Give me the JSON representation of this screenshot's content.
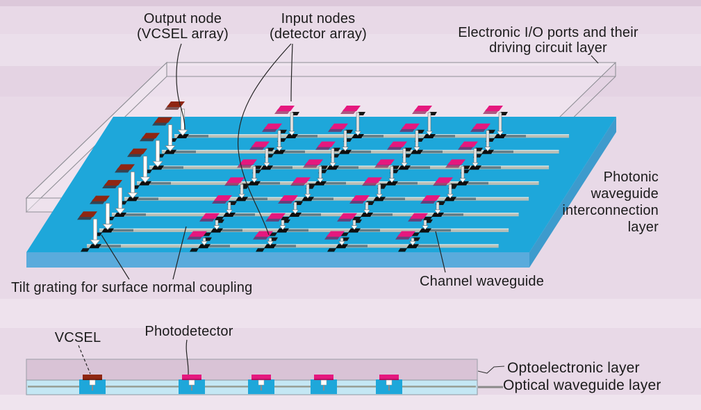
{
  "figure_type": "technical-illustration",
  "colors": {
    "background": "#e8d9e7",
    "background_top_band": "#dcc8da",
    "slab_top": "#1ea7da",
    "slab_front": "#5aabdc",
    "slab_side": "#3d9bcd",
    "waveguide_gray": "#b9bfb7",
    "vcsel_chip_red": "#8f2612",
    "detector_chip_magenta": "#e5187e",
    "grating_black": "#0d0d0d",
    "glass_outline": "#8f8f96",
    "cross_section_opto_bar": "#d9c3d6",
    "cross_section_optical_bar": "#c4e7f4",
    "device_blue": "#1ea7da",
    "text": "#1b1b1b"
  },
  "diagram": {
    "labels": {
      "output_node_line1": "Output node",
      "output_node_line2": "(VCSEL array)",
      "input_nodes_line1": "Input nodes",
      "input_nodes_line2": "(detector array)",
      "electronic_line1": "Electronic I/O ports and their",
      "electronic_line2": "driving circuit layer",
      "photonic_line1": "Photonic",
      "photonic_line2": "waveguide",
      "photonic_line3": "interconnection",
      "photonic_line4": "layer",
      "tilt_grating": "Tilt grating for surface normal coupling",
      "channel_waveguide": "Channel waveguide"
    }
  },
  "cross_section": {
    "labels": {
      "vcsel": "VCSEL",
      "photodetector": "Photodetector",
      "optoelectronic_layer": "Optoelectronic layer",
      "optical_waveguide_layer": "Optical waveguide layer"
    }
  }
}
